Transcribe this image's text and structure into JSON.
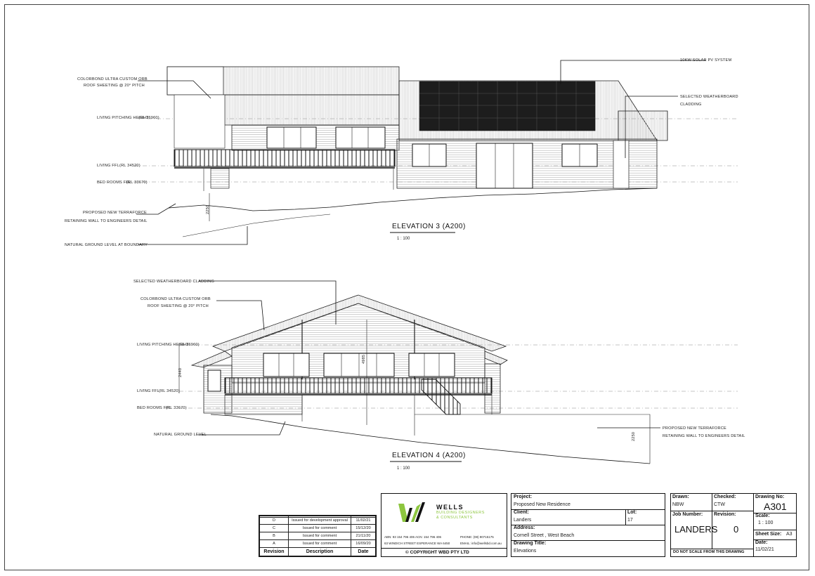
{
  "elevation3": {
    "title": "ELEVATION 3 (A200)",
    "scale": "1 : 100",
    "notes": {
      "roof1": "COLORBOND ULTRA CUSTOM ORB",
      "roof2": "ROOF SHEETING @ 20° PITCH",
      "solar": "10KW SOLAR PV SYSTEM",
      "clad1": "SELECTED WEATHERBOARD",
      "clad2": "CLADDING",
      "pitch": "LIVING PITCHING HEIGHT",
      "pitch_rl": "(RL 36960)",
      "living": "LIVING FFL",
      "living_rl": "(RL 34520)",
      "bed": "BED ROOMS FFL",
      "bed_rl": "(RL 33670)",
      "retain1": "PROPOSED NEW TERRAFORCE",
      "retain2": "RETAINING WALL TO ENGINEERS DETAIL",
      "ngl": "NATURAL GROUND LEVEL AT BOUNDARY",
      "dim": "2250"
    }
  },
  "elevation4": {
    "title": "ELEVATION 4 (A200)",
    "scale": "1 : 100",
    "notes": {
      "clad": "SELECTED WEATHERBOARD CLADDING",
      "roof1": "COLORBOND ULTRA CUSTOM ORB",
      "roof2": "ROOF SHEETING @ 20° PITCH",
      "pitch": "LIVING PITCHING HEIGHT",
      "pitch_rl": "(RL 36960)",
      "living": "LIVING FFL",
      "living_rl": "(RL 34520)",
      "bed": "BED ROOMS FFL",
      "bed_rl": "(RL 33670)",
      "ngl": "NATURAL GROUND LEVEL",
      "retain1": "PROPOSED NEW TERRAFORCE",
      "retain2": "RETAINING WALL TO ENGINEERS DETAIL",
      "dim1": "2440",
      "dim2": "4985",
      "dim3": "2250"
    }
  },
  "revisions": {
    "headers": [
      "Revision",
      "Description",
      "Date"
    ],
    "rows": [
      {
        "rev": "",
        "desc": "",
        "date": ""
      },
      {
        "rev": "D",
        "desc": "Issued for development approval",
        "date": "11/02/21"
      },
      {
        "rev": "C",
        "desc": "Issued for comment",
        "date": "15/12/20"
      },
      {
        "rev": "B",
        "desc": "Issued for comment",
        "date": "21/11/20"
      },
      {
        "rev": "A",
        "desc": "Issued for comment",
        "date": "16/09/20"
      }
    ]
  },
  "company": {
    "name": "WELLS",
    "sub1": "BUILDING DESIGNERS",
    "sub2": "& CONSULTANTS",
    "abn": "ABN: 93 154 796 406 ACN: 154 796 406",
    "address": "63 WINDICH STREET ESPERANCE WA 6450",
    "phone": "PHONE: (08) 90715175",
    "email": "EMAIL: info@wellsbd.com.au",
    "copyright": "© COPYRIGHT WBD PTY LTD",
    "logo_green": "#8dc63f"
  },
  "project": {
    "project_label": "Project:",
    "project": "Proposed New Residence",
    "client_label": "Client:",
    "client": "Landers",
    "lot_label": "Lot:",
    "lot": "17",
    "address_label": "Address:",
    "address": "Cornell Street , West Beach",
    "drawing_title_label": "Drawing Title:",
    "drawing_title": "Elevations"
  },
  "drawing": {
    "drawn_label": "Drawn:",
    "drawn": "NBW",
    "checked_label": "Checked:",
    "checked": "CTW",
    "drawing_no_label": "Drawing No:",
    "drawing_no": "A301",
    "job_label": "Job Number:",
    "job": "LANDERS",
    "revision_label": "Revision:",
    "revision": "0",
    "scale_label": "Scale:",
    "scale": "1 : 100",
    "sheet_label": "Sheet Size:",
    "sheet": "A3",
    "date_label": "Date:",
    "date": "11/02/21",
    "note": "DO NOT SCALE FROM THIS DRAWING"
  }
}
